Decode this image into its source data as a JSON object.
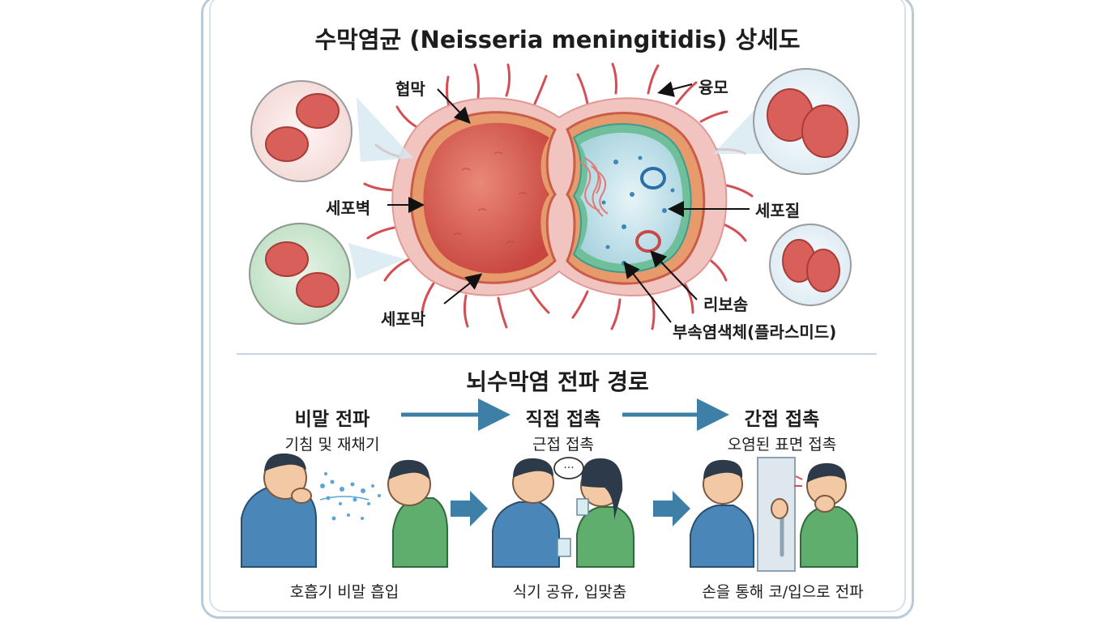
{
  "diagram": {
    "title": "수막염균 (Neisseria meningitidis) 상세도",
    "labels": {
      "capsule": "협막",
      "pili": "융모",
      "cell_wall": "세포벽",
      "cytoplasm": "세포질",
      "cell_membrane": "세포막",
      "ribosome": "리보솜",
      "plasmid": "부속염색체(플라스미드)"
    }
  },
  "transmission": {
    "title": "뇌수막염 전파 경로",
    "steps": [
      {
        "title": "비말 전파",
        "subtitle": "기침 및 재채기",
        "caption": "호흡기 비말 흡입"
      },
      {
        "title": "직접 접촉",
        "subtitle": "근접 접촉",
        "caption": "식기 공유, 입맞춤"
      },
      {
        "title": "간접 접촉",
        "subtitle": "오염된 표면 접촉",
        "caption": "손을 통해 코/입으로 전파"
      }
    ]
  },
  "colors": {
    "accent": "#3d7fa6",
    "bacterium": "#d9605a",
    "shirt_blue": "#4b86b8",
    "shirt_green": "#5fae6e"
  }
}
